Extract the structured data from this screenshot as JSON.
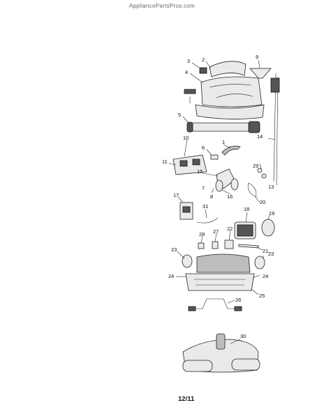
{
  "watermark": "AppliancePartsPros.com",
  "page_code": "12/11",
  "callouts": [
    "1",
    "2",
    "3",
    "4",
    "5",
    "6",
    "7",
    "8",
    "9",
    "10",
    "11",
    "13",
    "14",
    "15",
    "16",
    "17",
    "18",
    "19",
    "20",
    "21",
    "22",
    "23",
    "24",
    "25",
    "26",
    "27",
    "28",
    "29",
    "30",
    "31"
  ]
}
